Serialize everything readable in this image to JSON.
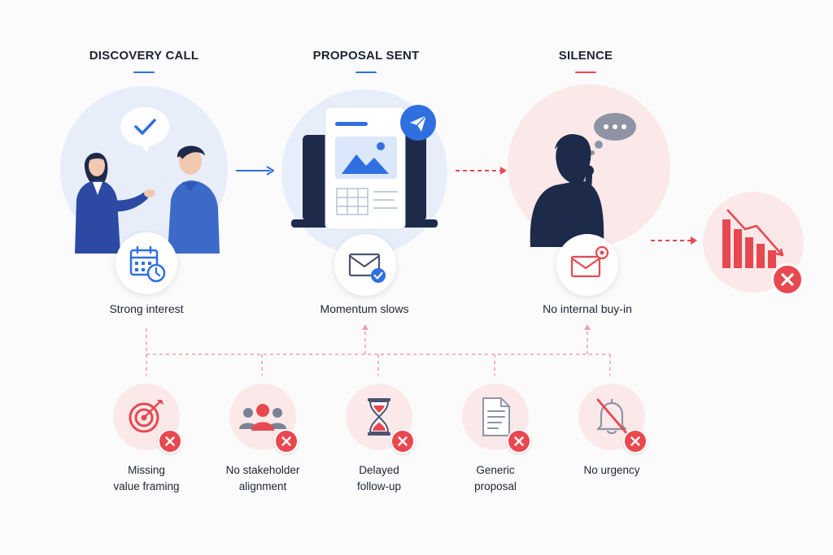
{
  "stages": [
    {
      "title": "DISCOVERY CALL",
      "caption": "Strong interest",
      "accent": "#2f6fe0"
    },
    {
      "title": "PROPOSAL SENT",
      "caption": "Momentum slows",
      "accent": "#2f6fe0"
    },
    {
      "title": "SILENCE",
      "caption": "No internal buy-in",
      "accent": "#e8484f"
    }
  ],
  "causes": [
    {
      "line1": "Missing",
      "line2": "value framing",
      "icon": "target-icon"
    },
    {
      "line1": "No stakeholder",
      "line2": "alignment",
      "icon": "people-icon"
    },
    {
      "line1": "Delayed",
      "line2": "follow-up",
      "icon": "hourglass-icon"
    },
    {
      "line1": "Generic",
      "line2": "proposal",
      "icon": "document-icon"
    },
    {
      "line1": "No urgency",
      "line2": "",
      "icon": "muted-bell-icon"
    }
  ],
  "outcome": {
    "icon": "declining-chart-icon"
  },
  "colors": {
    "blue": "#2f6fe0",
    "red": "#e8484f",
    "navy": "#1d2a4a"
  }
}
